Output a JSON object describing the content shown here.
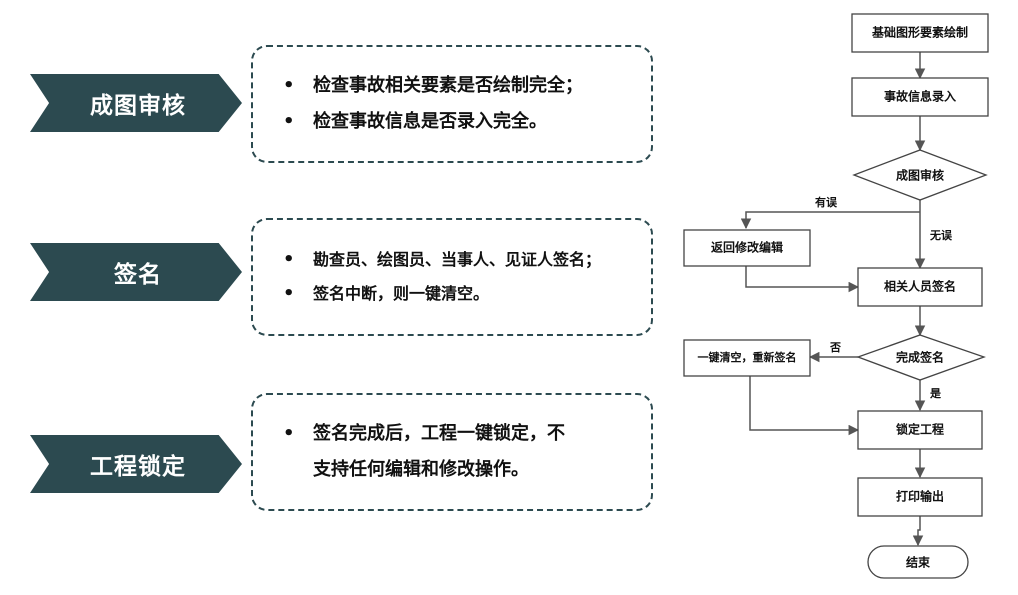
{
  "sections": [
    {
      "label": "成图审核",
      "bullets": [
        "检查事故相关要素是否绘制完全；",
        "检查事故信息是否录入完全。"
      ]
    },
    {
      "label": "签名",
      "bullets": [
        "勘查员、绘图员、当事人、见证人签名；",
        "签名中断，则一键清空。"
      ]
    },
    {
      "label": "工程锁定",
      "bullets": [
        "签名完成后，工程一键锁定，不",
        "支持任何编辑和修改操作。"
      ]
    }
  ],
  "bullet_symbol": "•",
  "flowchart": {
    "nodes": {
      "draw": "基础图形要素绘制",
      "enter": "事故信息录入",
      "review": "成图审核",
      "return_edit": "返回修改编辑",
      "sign": "相关人员签名",
      "clear": "一键清空，重新签名",
      "complete": "完成签名",
      "lock": "锁定工程",
      "print": "打印输出",
      "end": "结束"
    },
    "edge_labels": {
      "has_error": "有误",
      "no_error": "无误",
      "no": "否",
      "yes": "是"
    }
  },
  "colors": {
    "accent": "#2c4a50",
    "line": "#555555",
    "text": "#111111"
  }
}
